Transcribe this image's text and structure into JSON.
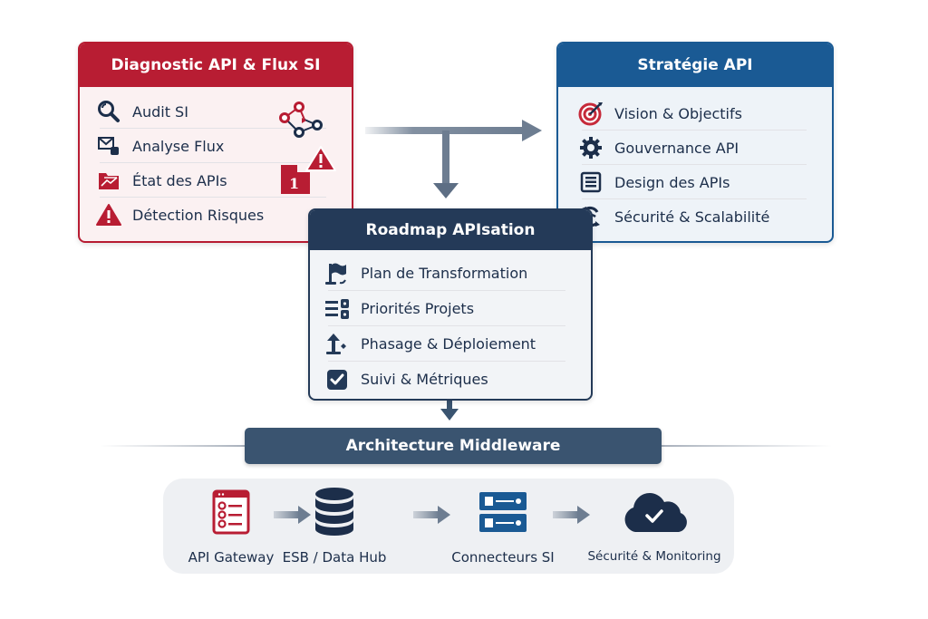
{
  "diagnostic": {
    "title": "Diagnostic API & Flux SI",
    "accent": "#b81d33",
    "items": [
      {
        "label": "Audit SI",
        "icon": "magnifier-icon"
      },
      {
        "label": "Analyse Flux",
        "icon": "mail-flow-icon"
      },
      {
        "label": "État des APIs",
        "icon": "folder-chart-icon"
      },
      {
        "label": "Détection Risques",
        "icon": "warning-icon"
      }
    ],
    "badge_number": "1"
  },
  "strategy": {
    "title": "Stratégie API",
    "accent": "#1a5a94",
    "items": [
      {
        "label": "Vision & Objectifs",
        "icon": "target-icon"
      },
      {
        "label": "Gouvernance API",
        "icon": "gear-icon"
      },
      {
        "label": "Design des APIs",
        "icon": "document-list-icon"
      },
      {
        "label": "Sécurité & Scalabilité",
        "icon": "refresh-shield-icon"
      }
    ]
  },
  "roadmap": {
    "title": "Roadmap APIsation",
    "accent": "#243a58",
    "items": [
      {
        "label": "Plan de Transformation",
        "icon": "flag-icon"
      },
      {
        "label": "Priorités Projets",
        "icon": "priority-list-icon"
      },
      {
        "label": "Phasage & Déploiement",
        "icon": "deploy-icon"
      },
      {
        "label": "Suivi & Métriques",
        "icon": "checkbox-icon"
      }
    ]
  },
  "middleware": {
    "title": "Architecture Middleware",
    "components": [
      {
        "label": "API Gateway",
        "icon": "gateway-checklist-icon"
      },
      {
        "label": "ESB / Data Hub",
        "icon": "database-icon"
      },
      {
        "label": "Connecteurs SI",
        "icon": "server-icon"
      },
      {
        "label": "Sécurité & Monitoring",
        "icon": "cloud-check-icon"
      }
    ]
  }
}
